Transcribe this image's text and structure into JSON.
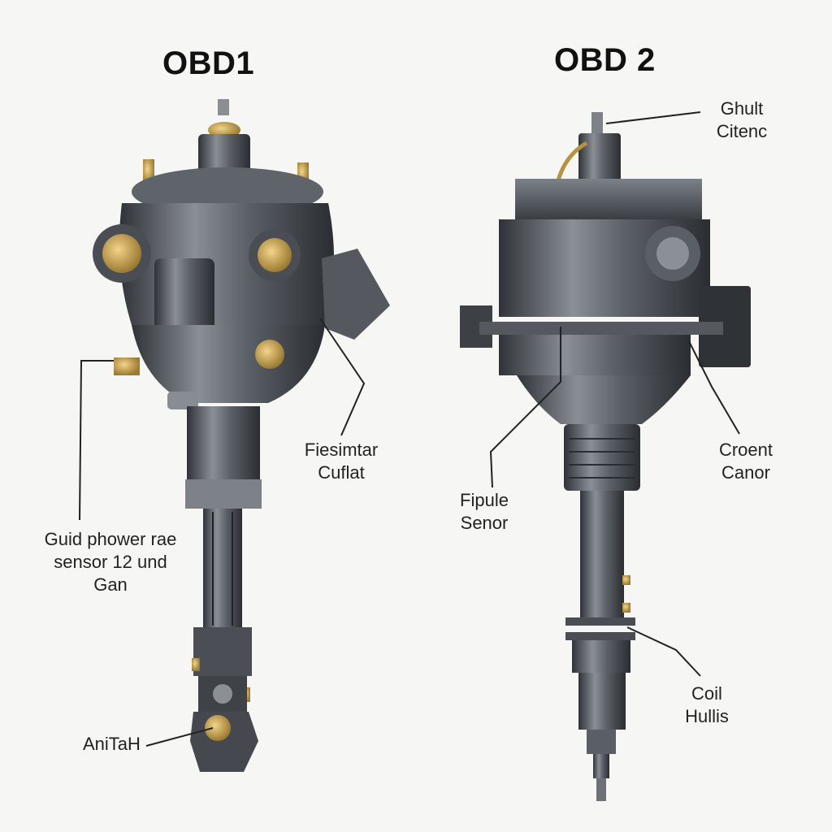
{
  "diagrams": [
    {
      "title": "OBD1",
      "labels": [
        {
          "id": "guid",
          "lines": [
            "Guid phower rae",
            "sensor 12 und",
            "Gan"
          ]
        },
        {
          "id": "fies",
          "lines": [
            "Fiesimtar",
            "Cuflat"
          ]
        },
        {
          "id": "anit",
          "lines": [
            "AniTaH"
          ]
        }
      ]
    },
    {
      "title": "OBD 2",
      "labels": [
        {
          "id": "ghult",
          "lines": [
            "Ghult",
            "Citenc"
          ]
        },
        {
          "id": "fipule",
          "lines": [
            "Fipule",
            "Senor"
          ]
        },
        {
          "id": "croent",
          "lines": [
            "Croent",
            "Canor"
          ]
        },
        {
          "id": "coil",
          "lines": [
            "Coil",
            "Hullis"
          ]
        }
      ]
    }
  ],
  "colors": {
    "metal_dark": "#3e4248",
    "metal_mid": "#6c7178",
    "metal_light": "#a7acb2",
    "brass": "#c9a557",
    "leader": "#222222"
  }
}
